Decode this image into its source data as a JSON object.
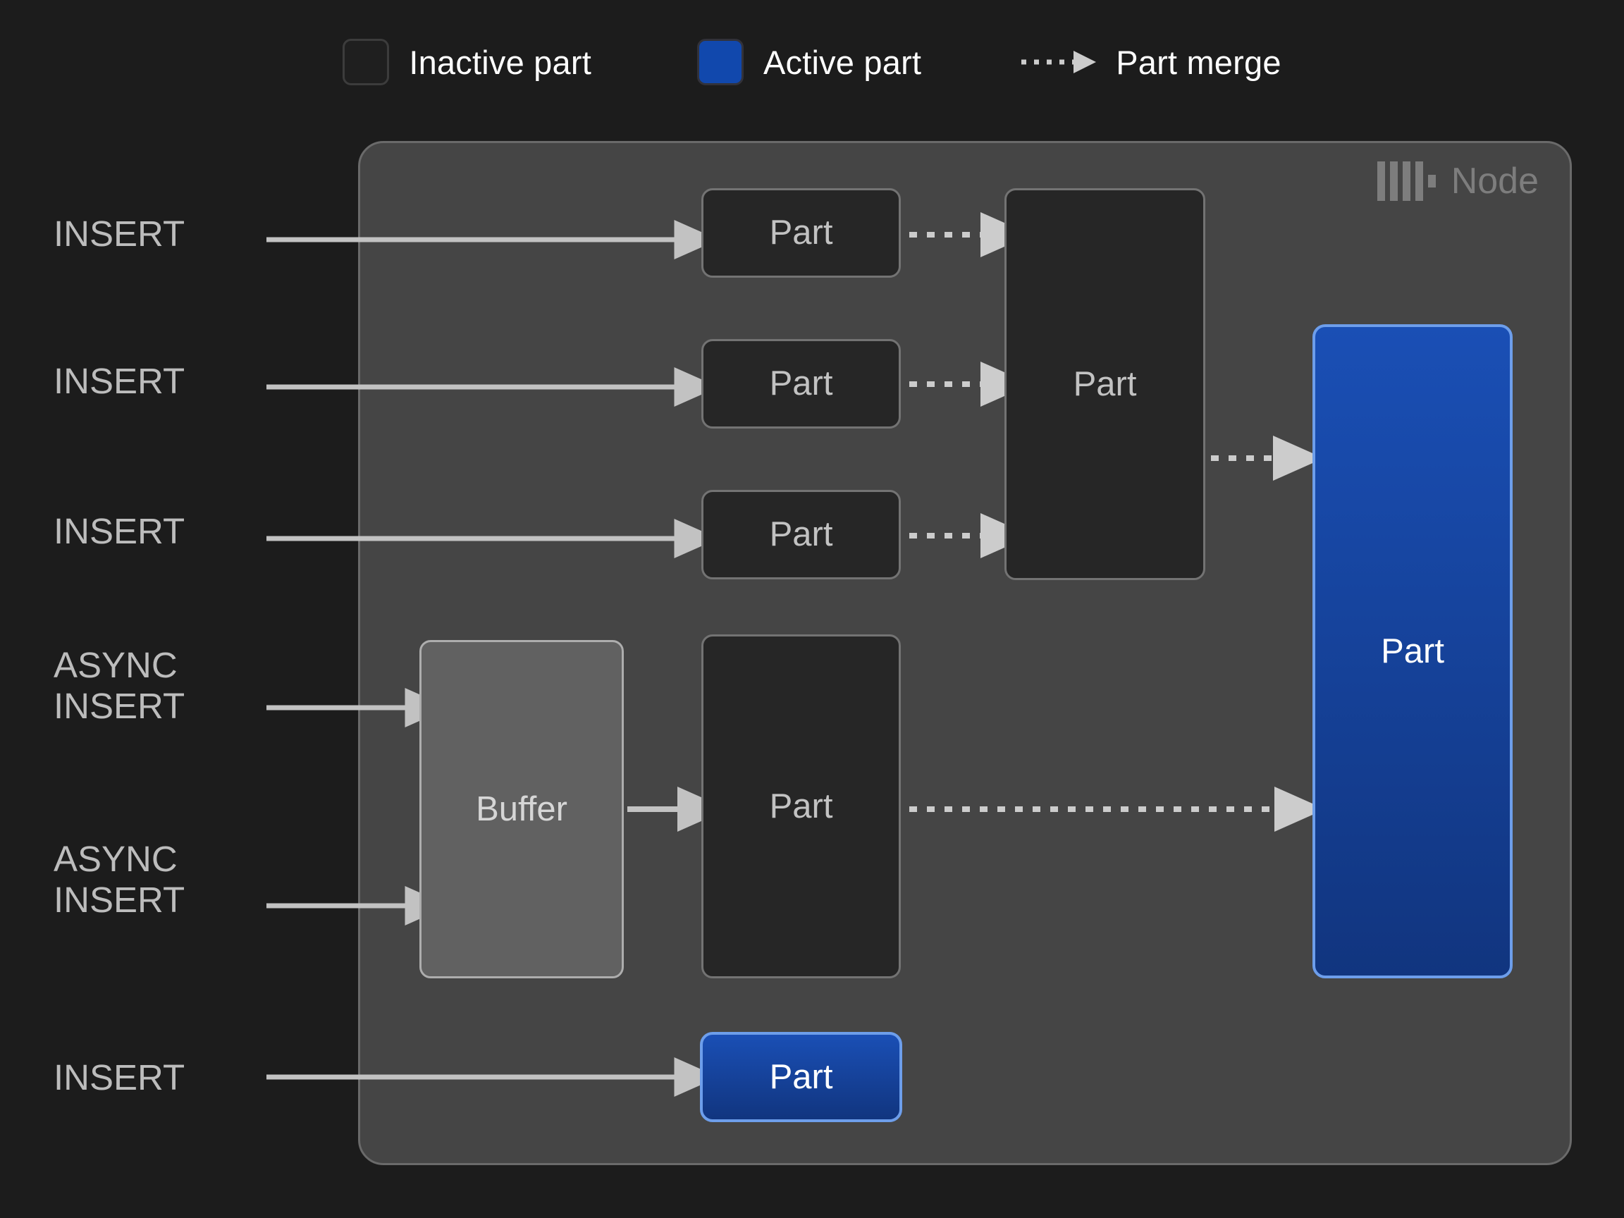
{
  "legend": {
    "items": [
      {
        "id": "inactive-part",
        "label": "Inactive part",
        "swatch": "square",
        "color": "#1f1f1f",
        "border": "#3c3c3c"
      },
      {
        "id": "active-part",
        "label": "Active part",
        "swatch": "square",
        "color": "#1148ad",
        "border": "#32323a"
      },
      {
        "id": "part-merge",
        "label": "Part merge",
        "swatch": "dashed-arrow",
        "color": "#cccccc"
      }
    ]
  },
  "node": {
    "title": "Node",
    "logo_icon": "clickhouse-logo-icon",
    "fill": "#454545",
    "border": "#6a6a6a",
    "title_color": "#7d7d7d"
  },
  "operations": [
    {
      "id": "insert-1",
      "text": "INSERT"
    },
    {
      "id": "insert-2",
      "text": "INSERT"
    },
    {
      "id": "insert-3",
      "text": "INSERT"
    },
    {
      "id": "async-insert-1",
      "text": "ASYNC\nINSERT"
    },
    {
      "id": "async-insert-2",
      "text": "ASYNC\nINSERT"
    },
    {
      "id": "insert-4",
      "text": "INSERT"
    }
  ],
  "boxes": {
    "part_top_1": {
      "label": "Part",
      "state": "inactive"
    },
    "part_top_2": {
      "label": "Part",
      "state": "inactive"
    },
    "part_top_3": {
      "label": "Part",
      "state": "inactive"
    },
    "part_merged_l1": {
      "label": "Part",
      "state": "inactive"
    },
    "buffer": {
      "label": "Buffer",
      "state": "buffer"
    },
    "part_buffered": {
      "label": "Part",
      "state": "inactive"
    },
    "part_active_big": {
      "label": "Part",
      "state": "active"
    },
    "part_active_new": {
      "label": "Part",
      "state": "active"
    }
  },
  "colors": {
    "background": "#1c1c1c",
    "inactive_fill": "#262626",
    "inactive_border": "#737373",
    "active_fill_top": "#1a4fb5",
    "active_fill_bottom": "#11357f",
    "active_border": "#6d9eeb",
    "buffer_fill": "#616161",
    "buffer_border": "#adadad",
    "arrow": "#c2c2c2",
    "merge_arrow": "#cccccc",
    "label_text": "#bcbcbc"
  }
}
